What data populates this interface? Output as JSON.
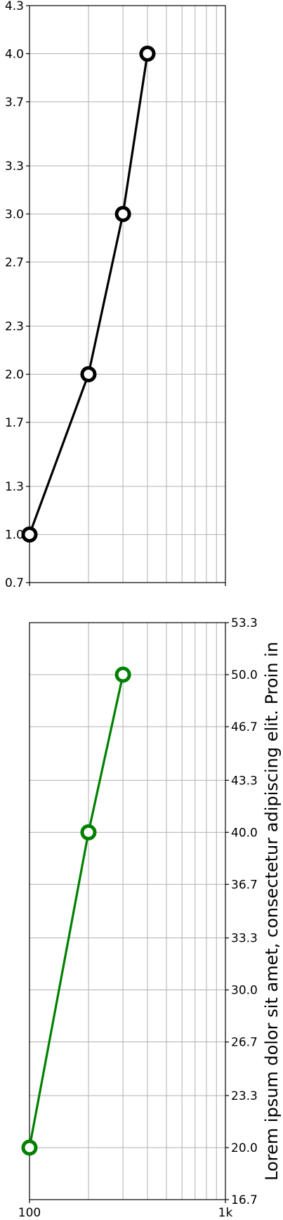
{
  "chart_data": [
    {
      "type": "line",
      "x_scale": "log",
      "xlim": [
        100,
        1000
      ],
      "ylim": [
        0.7,
        4.3
      ],
      "yticks": [
        "0.7",
        "1.0",
        "1.3",
        "1.7",
        "2.0",
        "2.3",
        "2.7",
        "3.0",
        "3.3",
        "3.7",
        "4.0",
        "4.3"
      ],
      "ytick_side": "left",
      "xticks": [],
      "ylabel": "",
      "grid": true,
      "series": [
        {
          "x": [
            100,
            200,
            300,
            400
          ],
          "y": [
            1,
            2,
            3,
            4
          ],
          "color": "#000000",
          "marker": "hollow-circle"
        }
      ]
    },
    {
      "type": "line",
      "x_scale": "log",
      "xlim": [
        100,
        1000
      ],
      "ylim": [
        16.7,
        53.3
      ],
      "yticks": [
        "16.7",
        "20.0",
        "23.3",
        "26.7",
        "30.0",
        "33.3",
        "36.7",
        "40.0",
        "43.3",
        "46.7",
        "50.0",
        "53.3"
      ],
      "ytick_side": "right",
      "xticks": [
        "100",
        "1k"
      ],
      "ylabel": "Lorem ipsum dolor sit amet, consectetur adipiscing elit. Proin in",
      "grid": true,
      "series": [
        {
          "x": [
            100,
            200,
            300
          ],
          "y": [
            20,
            40,
            50
          ],
          "color": "#008000",
          "marker": "hollow-circle"
        }
      ]
    }
  ]
}
